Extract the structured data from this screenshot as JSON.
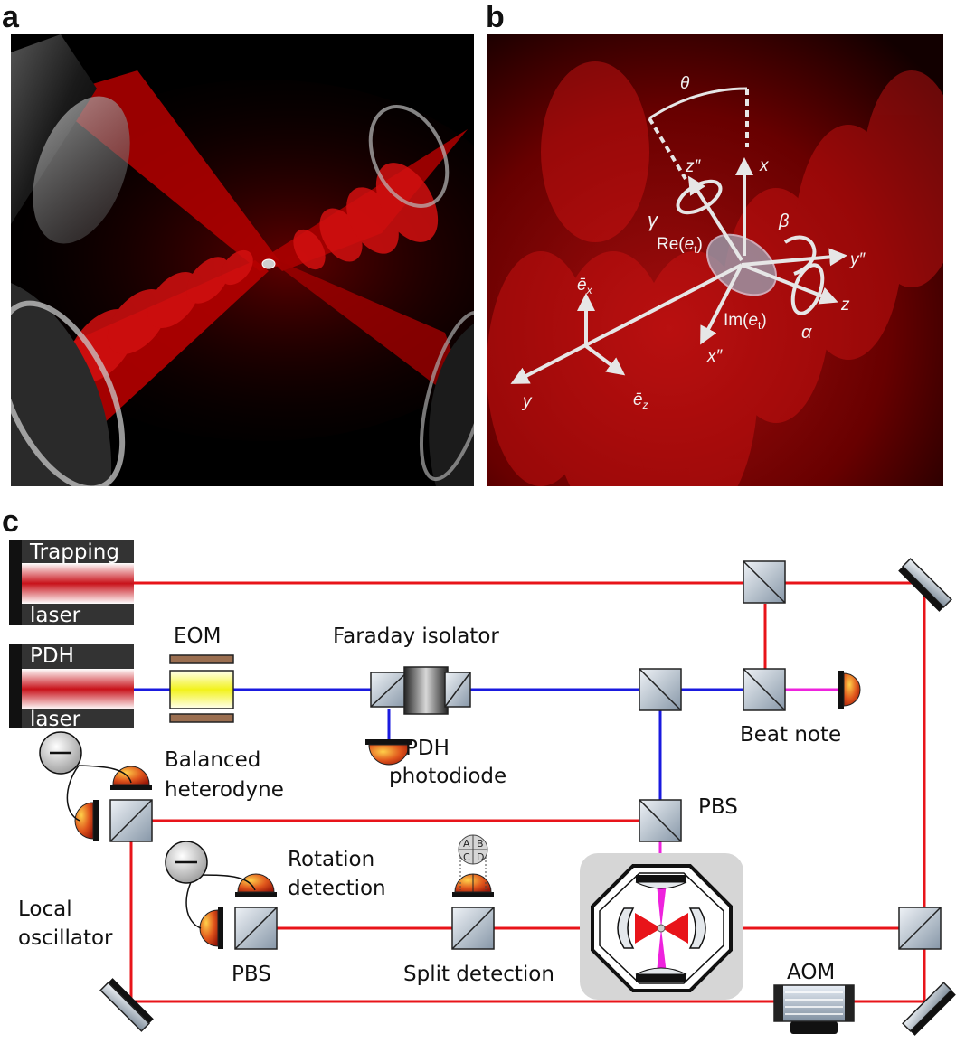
{
  "panels": {
    "a": {
      "letter": "a"
    },
    "b": {
      "letter": "b"
    },
    "c": {
      "letter": "c"
    }
  },
  "panel_b_labels": {
    "theta": "θ",
    "z_dprime": "z″",
    "x": "x",
    "gamma": "γ",
    "beta": "β",
    "re_et_prefix": "Re(",
    "re_et_var": "e",
    "re_et_sub": "t",
    "re_et_suffix": ")",
    "y_dprime": "y″",
    "z": "z",
    "ex_base": "ē",
    "ex_sub": "x",
    "im_et_prefix": "Im(",
    "im_et_var": "e",
    "im_et_sub": "t",
    "im_et_suffix": ")",
    "alpha": "α",
    "x_dprime": "x″",
    "y": "y",
    "ez_base": "ē",
    "ez_sub": "z"
  },
  "panel_c_labels": {
    "trapping_laser_top": "Trapping",
    "trapping_laser_bottom": "laser",
    "pdh_laser_top": "PDH",
    "pdh_laser_bottom": "laser",
    "eom": "EOM",
    "faraday_isolator": "Faraday isolator",
    "pdh_photodiode_line1": "PDH",
    "pdh_photodiode_line2": "photodiode",
    "beat_note": "Beat note",
    "balanced_heterodyne_line1": "Balanced",
    "balanced_heterodyne_line2": "heterodyne",
    "pbs_top": "PBS",
    "rotation_detection_line1": "Rotation",
    "rotation_detection_line2": "detection",
    "quadrant_a": "A",
    "quadrant_b": "B",
    "quadrant_c": "C",
    "quadrant_d": "D",
    "local_oscillator_line1": "Local",
    "local_oscillator_line2": "oscillator",
    "pbs_bottom": "PBS",
    "split_detection": "Split detection",
    "aom": "AOM"
  },
  "colors": {
    "red_beam": "#e8141a",
    "blue_beam": "#1a1adf",
    "magenta_beam": "#ee22dd",
    "photodiode_orange": "#e0561c"
  }
}
